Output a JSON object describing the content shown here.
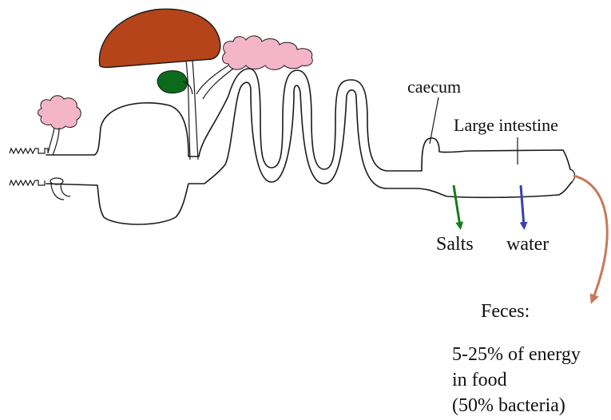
{
  "labels": {
    "caecum": "caecum",
    "large_intestine": "Large intestine",
    "salts": "Salts",
    "water": "water",
    "feces_title": "Feces:",
    "feces_line1": "5-25% of energy",
    "feces_line2": "in food",
    "feces_line3": "(50% bacteria)"
  },
  "colors": {
    "liver": "#b5441b",
    "gall_bladder": "#0b6b1a",
    "pancreas": "#f5b5c8",
    "salivary_gland": "#f5b5c8",
    "salts_arrow": "#1a7a1a",
    "water_arrow": "#3b3fa8",
    "feces_arrow": "#c8785a",
    "outline": "#1a1a1a"
  }
}
